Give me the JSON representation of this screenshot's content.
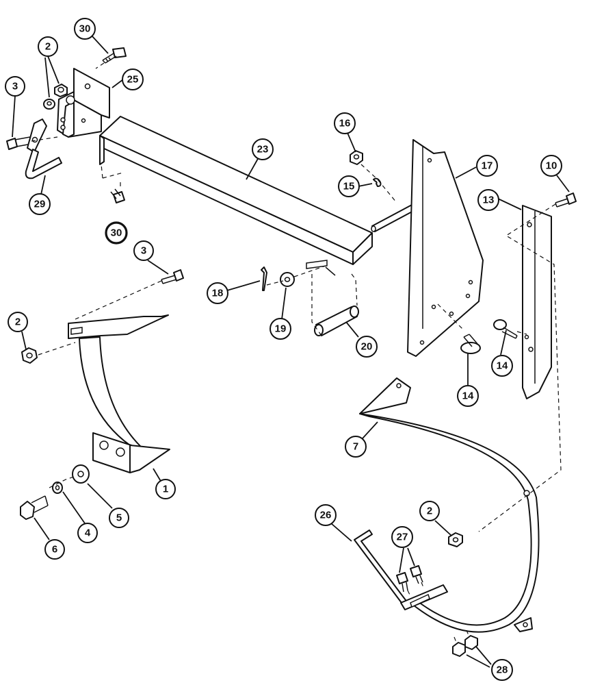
{
  "callouts": [
    {
      "id": "c30a",
      "label": "30"
    },
    {
      "id": "c2a",
      "label": "2"
    },
    {
      "id": "c25",
      "label": "25"
    },
    {
      "id": "c3a",
      "label": "3"
    },
    {
      "id": "c29",
      "label": "29"
    },
    {
      "id": "c30b",
      "label": "30"
    },
    {
      "id": "c23",
      "label": "23"
    },
    {
      "id": "c16",
      "label": "16"
    },
    {
      "id": "c15",
      "label": "15"
    },
    {
      "id": "c17",
      "label": "17"
    },
    {
      "id": "c10",
      "label": "10"
    },
    {
      "id": "c13",
      "label": "13"
    },
    {
      "id": "c3b",
      "label": "3"
    },
    {
      "id": "c18",
      "label": "18"
    },
    {
      "id": "c19",
      "label": "19"
    },
    {
      "id": "c20",
      "label": "20"
    },
    {
      "id": "c2b",
      "label": "2"
    },
    {
      "id": "c14a",
      "label": "14"
    },
    {
      "id": "c14b",
      "label": "14"
    },
    {
      "id": "c7",
      "label": "7"
    },
    {
      "id": "c1",
      "label": "1"
    },
    {
      "id": "c5",
      "label": "5"
    },
    {
      "id": "c4",
      "label": "4"
    },
    {
      "id": "c6",
      "label": "6"
    },
    {
      "id": "c2c",
      "label": "2"
    },
    {
      "id": "c26",
      "label": "26"
    },
    {
      "id": "c27",
      "label": "27"
    },
    {
      "id": "c28",
      "label": "28"
    }
  ]
}
